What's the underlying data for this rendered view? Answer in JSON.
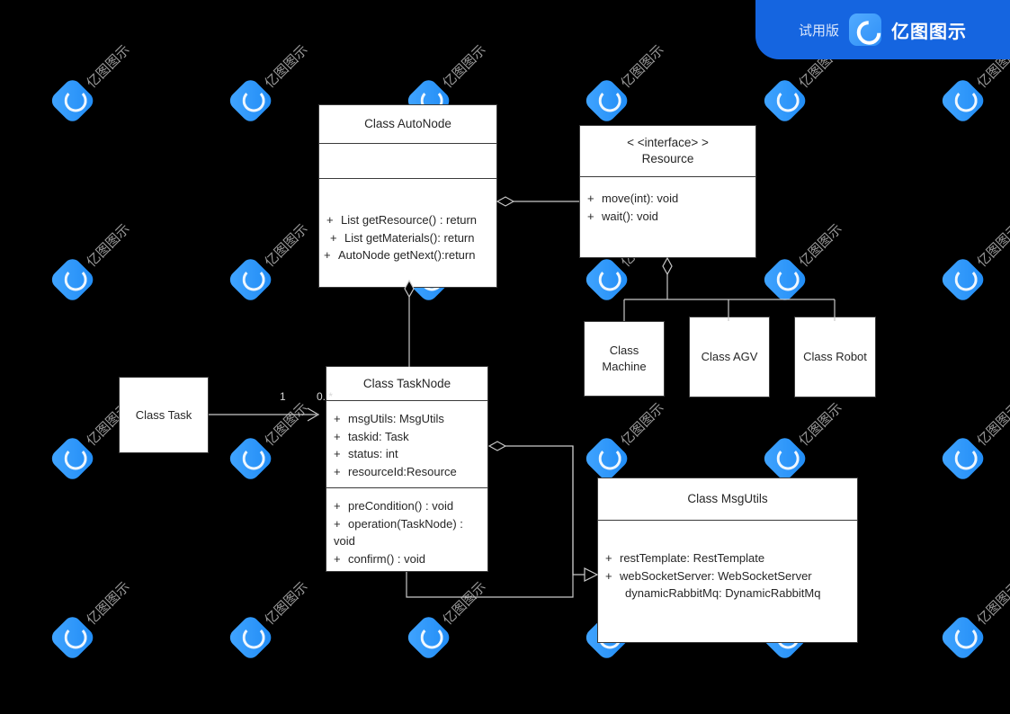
{
  "header": {
    "trial_label": "试用版",
    "brand": "亿图图示",
    "icon": "edraw-logo-icon",
    "bg_color": "#1565e0"
  },
  "watermark": {
    "text": "亿图图示",
    "logo": "edraw-logo-icon",
    "color": "#9a9a9a"
  },
  "canvas": {
    "background": "#000000",
    "box_fill": "#ffffff",
    "box_stroke": "#3a3a3a",
    "line_color": "#c9c9c9"
  },
  "classes": {
    "auto_node": {
      "title": "Class AutoNode",
      "attributes": [],
      "methods": [
        {
          "vis": "+",
          "text": "List getResource() : return"
        },
        {
          "vis": "+",
          "text": "List getMaterials(): return"
        },
        {
          "vis": "+",
          "text": "AutoNode getNext():return"
        }
      ]
    },
    "resource": {
      "stereotype": "< <interface> >",
      "title": "Resource",
      "methods": [
        {
          "vis": "+",
          "text": "move(int): void"
        },
        {
          "vis": "+",
          "text": "wait(): void"
        }
      ]
    },
    "machine": {
      "title_line1": "Class",
      "title_line2": "Machine"
    },
    "agv": {
      "title": "Class AGV"
    },
    "robot": {
      "title": "Class Robot"
    },
    "task": {
      "title": "Class Task"
    },
    "task_node": {
      "title": "Class TaskNode",
      "attributes": [
        {
          "vis": "+",
          "text": "msgUtils: MsgUtils"
        },
        {
          "vis": "+",
          "text": "taskid: Task"
        },
        {
          "vis": "+",
          "text": "status: int"
        },
        {
          "vis": "+",
          "text": "resourceId:Resource"
        }
      ],
      "methods": [
        {
          "vis": "+",
          "text": "preCondition() : void"
        },
        {
          "vis": "+",
          "text": "operation(TaskNode) : void"
        },
        {
          "vis": "+",
          "text": "confirm() : void"
        }
      ]
    },
    "msg_utils": {
      "title": "Class MsgUtils",
      "attributes": [
        {
          "vis": "+",
          "text": "restTemplate: RestTemplate"
        },
        {
          "vis": "+",
          "text": "webSocketServer: WebSocketServer"
        },
        {
          "vis": "",
          "text": "dynamicRabbitMq: DynamicRabbitMq"
        }
      ]
    }
  },
  "multiplicities": {
    "task_source": "1",
    "task_target": "0..*"
  }
}
